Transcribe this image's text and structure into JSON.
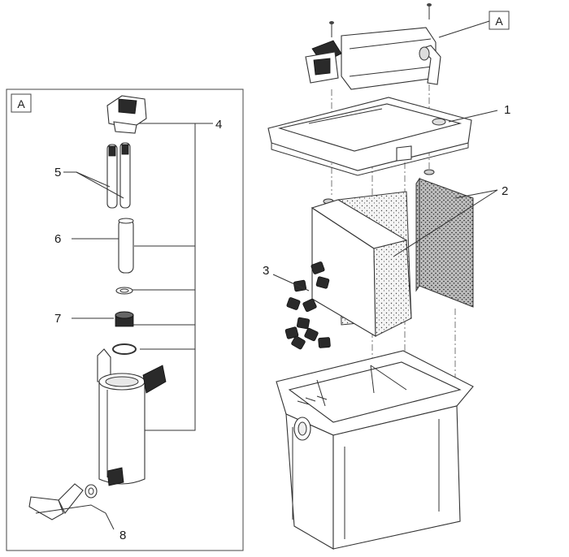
{
  "inset_box": {
    "label": "A"
  },
  "unit_tag": {
    "label": "A"
  },
  "callouts": {
    "c1": "1",
    "c2": "2",
    "c3": "3",
    "c4": "4",
    "c5": "5",
    "c6": "6",
    "c7": "7",
    "c8": "8"
  }
}
